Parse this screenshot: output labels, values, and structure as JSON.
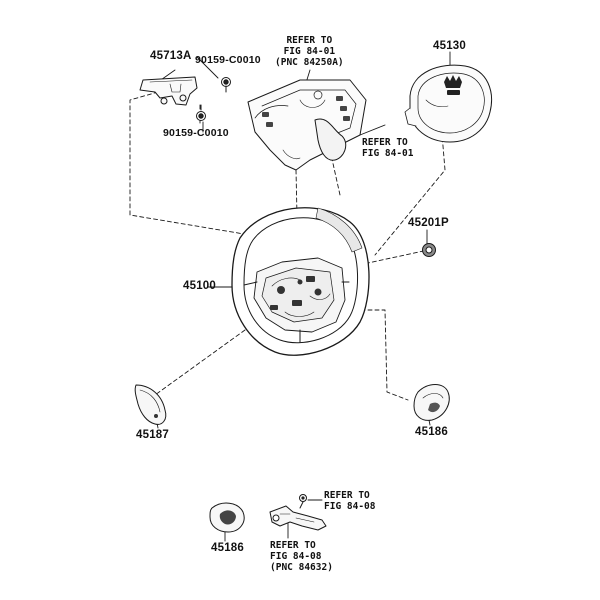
{
  "parts": {
    "p45713a": "45713A",
    "p90159_top": "90159-C0010",
    "p90159_bot": "90159-C0010",
    "p45130": "45130",
    "p45201p": "45201P",
    "p45100": "45100",
    "p45187": "45187",
    "p45186_right": "45186",
    "p45186_bottom": "45186"
  },
  "refs": {
    "top_center": [
      "REFER TO",
      "FIG 84-01",
      "(PNC 84250A)"
    ],
    "top_right": [
      "REFER TO",
      "FIG 84-01"
    ],
    "bottom_right": [
      "REFER TO",
      "FIG 84-08"
    ],
    "bottom_center": [
      "REFER TO",
      "FIG 84-08",
      "(PNC 84632)"
    ]
  }
}
